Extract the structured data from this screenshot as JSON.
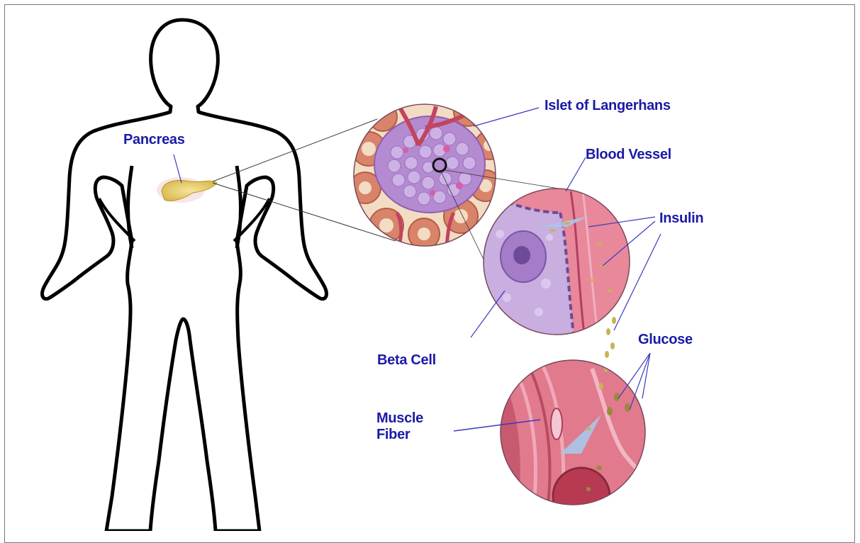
{
  "labels": {
    "pancreas": "Pancreas",
    "islet": "Islet of Langerhans",
    "blood_vessel": "Blood Vessel",
    "insulin": "Insulin",
    "glucose": "Glucose",
    "beta_cell": "Beta Cell",
    "muscle_fiber_line1": "Muscle",
    "muscle_fiber_line2": "Fiber"
  },
  "colors": {
    "label_text": "#1a1aa6",
    "body_outline": "#000000",
    "tissue_pink": "#e8889a",
    "islet_purple": "#b48ad0",
    "cell_lavender": "#c9aee0",
    "pancreas_yellow": "#e8cf6a"
  }
}
